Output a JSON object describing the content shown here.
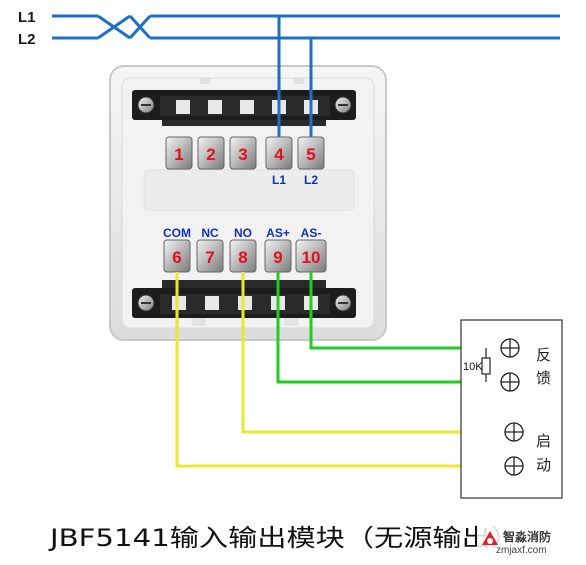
{
  "bus_lines": {
    "line1": "L1",
    "line2": "L2"
  },
  "top_terminals": [
    {
      "number": "1",
      "label": ""
    },
    {
      "number": "2",
      "label": ""
    },
    {
      "number": "3",
      "label": ""
    },
    {
      "number": "4",
      "label": "L1"
    },
    {
      "number": "5",
      "label": "L2"
    }
  ],
  "bottom_terminals": [
    {
      "number": "6",
      "label": "COM"
    },
    {
      "number": "7",
      "label": "NC"
    },
    {
      "number": "8",
      "label": "NO"
    },
    {
      "number": "9",
      "label": "AS+"
    },
    {
      "number": "10",
      "label": "AS-"
    }
  ],
  "device_box": {
    "resistor_label": "10K",
    "feedback_label_1": "反",
    "feedback_label_2": "馈",
    "start_label_1": "启",
    "start_label_2": "动"
  },
  "caption": "JBF5141输入输出模块（无源输出）",
  "watermark": {
    "name": "智淼消防",
    "url": "zmjaxf.com"
  },
  "colors": {
    "bus_wire": "#1f6fc4",
    "feedback_wire": "#22cc22",
    "start_wire": "#e8e830",
    "terminal_number": "#e01020",
    "terminal_label": "#1030c0"
  }
}
